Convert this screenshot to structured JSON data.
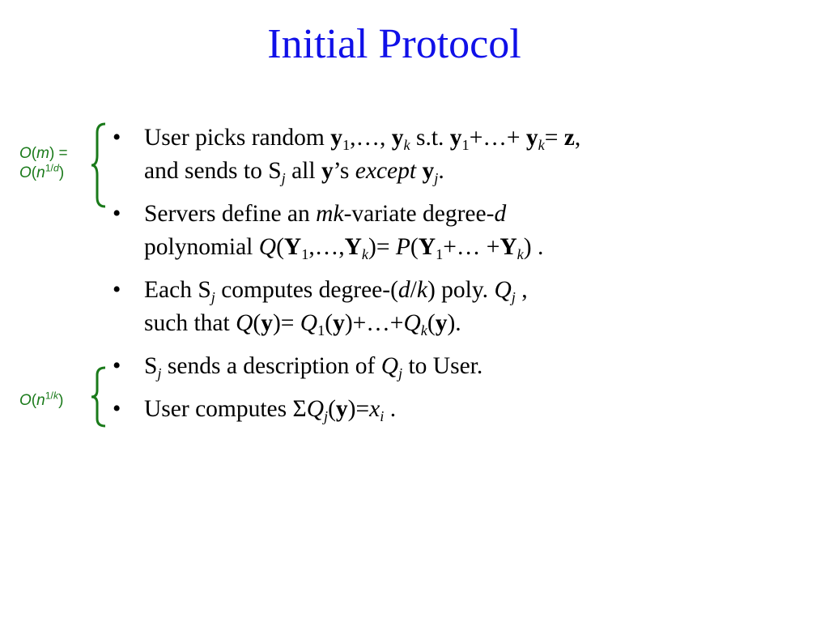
{
  "slide": {
    "title": "Initial Protocol",
    "colors": {
      "title": "#1010e8",
      "annotation": "#1a7a1a",
      "text": "#000000"
    }
  },
  "annotations": {
    "first": {
      "line1": {
        "o": "O",
        "open": "(",
        "var": "m",
        "close": ") ="
      },
      "line2": {
        "o": "O",
        "open": "(",
        "var": "n",
        "exp_base": "1/",
        "exp_var": "d",
        "close": ")"
      }
    },
    "second": {
      "line1": {
        "o": "O",
        "open": "(",
        "var": "n",
        "exp_base": "1/",
        "exp_var": "k",
        "close": ")"
      }
    }
  },
  "bullets": {
    "marker": "•",
    "b1": {
      "t1": "User picks random ",
      "y1": "y",
      "s1": "1",
      "t2": ",…, ",
      "y2": "y",
      "s2": "k",
      "t3": " s.t.  ",
      "y3": "y",
      "s3": "1",
      "t4": "+…+ ",
      "y4": "y",
      "s4": "k",
      "t5": "= ",
      "z": "z",
      "t6": ",",
      "t7": "and sends to S",
      "sj": "j",
      "t8": " all ",
      "y5": "y",
      "t9": "’s ",
      "except": "except",
      "t10": " ",
      "y6": "y",
      "s6": "j",
      "t11": "."
    },
    "b2": {
      "t1": "Servers define an ",
      "mk": "mk",
      "t2": "-variate degree-",
      "d": "d",
      "t3": "polynomial  ",
      "Q": "Q",
      "t4": "(",
      "Y1": "Y",
      "s1": "1",
      "t5": ",…,",
      "Y2": "Y",
      "s2": "k",
      "t6": ")= ",
      "P": "P",
      "t7": "(",
      "Y3": "Y",
      "s3": "1",
      "t8": "+… +",
      "Y4": "Y",
      "s4": "k",
      "t9": ") ."
    },
    "b3": {
      "t1": "Each S",
      "sj": "j",
      "t2": " computes degree-(",
      "d": "d",
      "slash": "/",
      "k": "k",
      "t3": ") poly. ",
      "Q": "Q",
      "sq": "j",
      "t4": " ,",
      "t5": "such that ",
      "Q2": "Q",
      "t6": "(",
      "y1": "y",
      "t7": ")= ",
      "Q3": "Q",
      "s3": "1",
      "t8": "(",
      "y2": "y",
      "t9": ")+…+",
      "Q4": "Q",
      "s4": "k",
      "t10": "(",
      "y3": "y",
      "t11": ")."
    },
    "b4": {
      "t1": "S",
      "sj": "j",
      "t2": " sends a description of ",
      "Q": "Q",
      "sq": "j",
      "t3": " to User."
    },
    "b5": {
      "t1": "User computes ",
      "sigma": "Σ",
      "Q": "Q",
      "sq": "j",
      "t2": "(",
      "y": "y",
      "t3": ")=",
      "x": "x",
      "si": "i",
      "t4": " ."
    }
  }
}
